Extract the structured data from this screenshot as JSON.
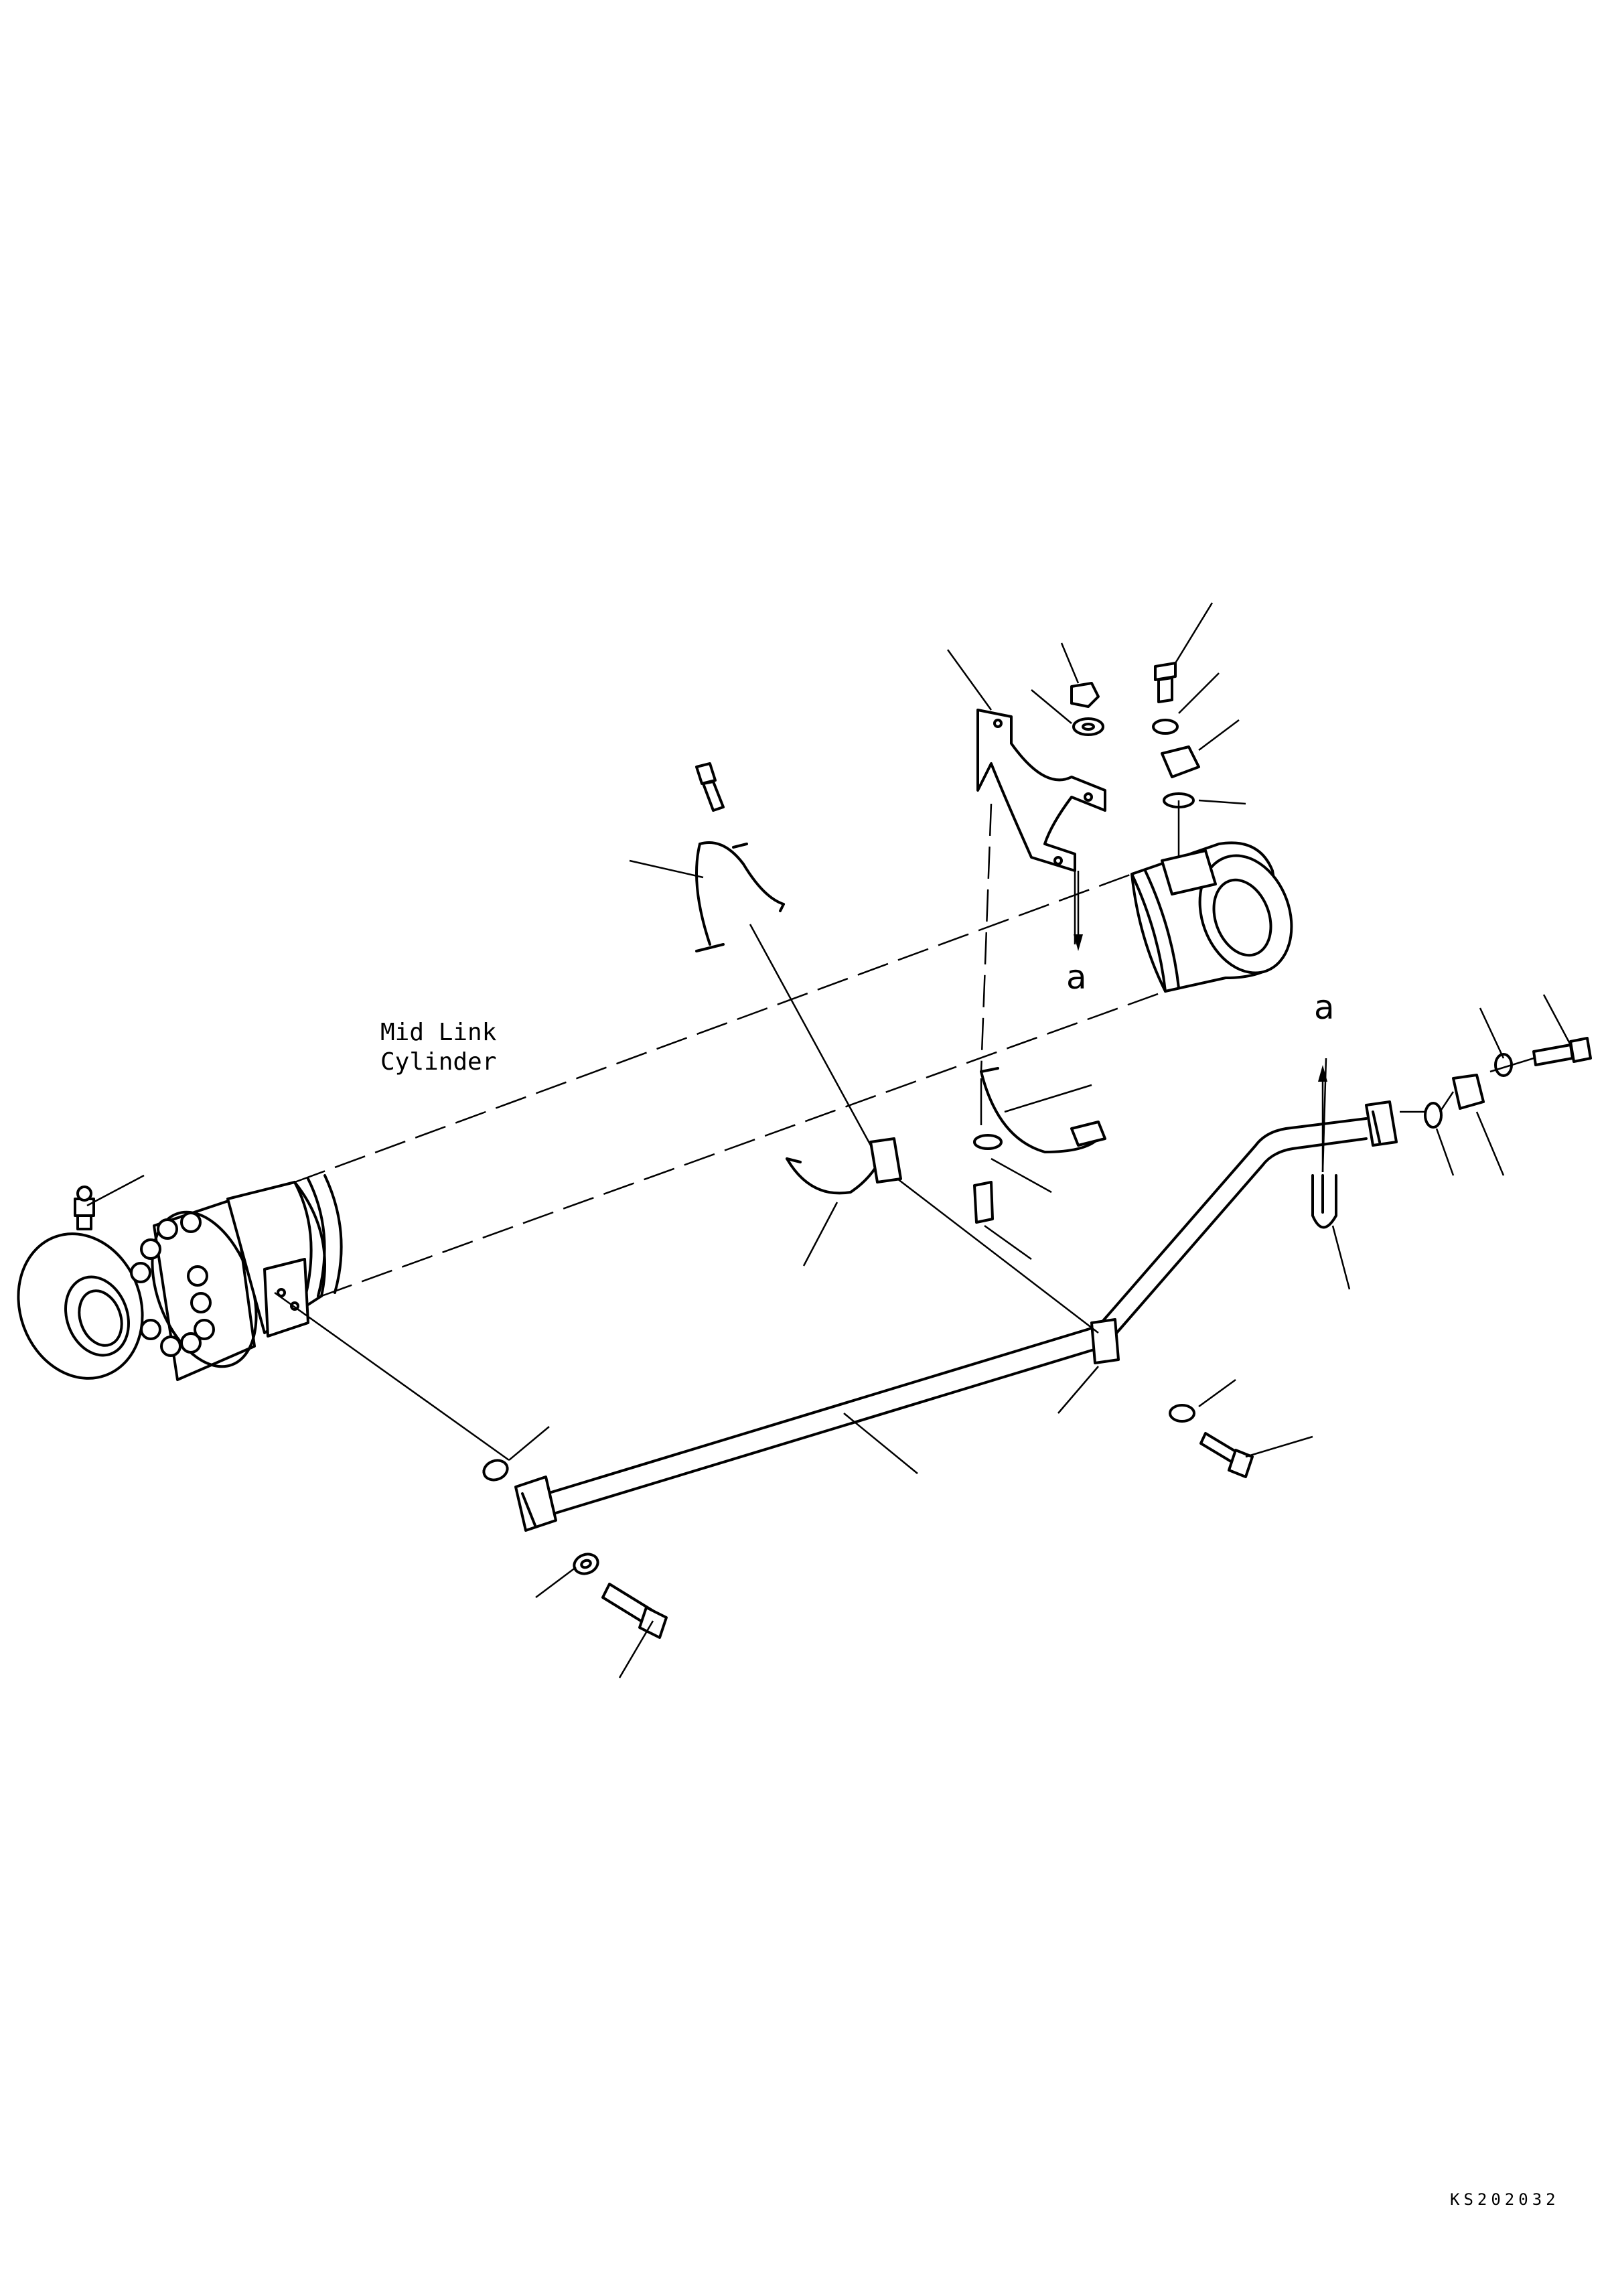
{
  "diagram": {
    "title_line1": "Mid Link",
    "title_line2": "Cylinder",
    "ref_a_top": "a",
    "ref_a_right": "a",
    "drawing_code": "KS202032"
  }
}
